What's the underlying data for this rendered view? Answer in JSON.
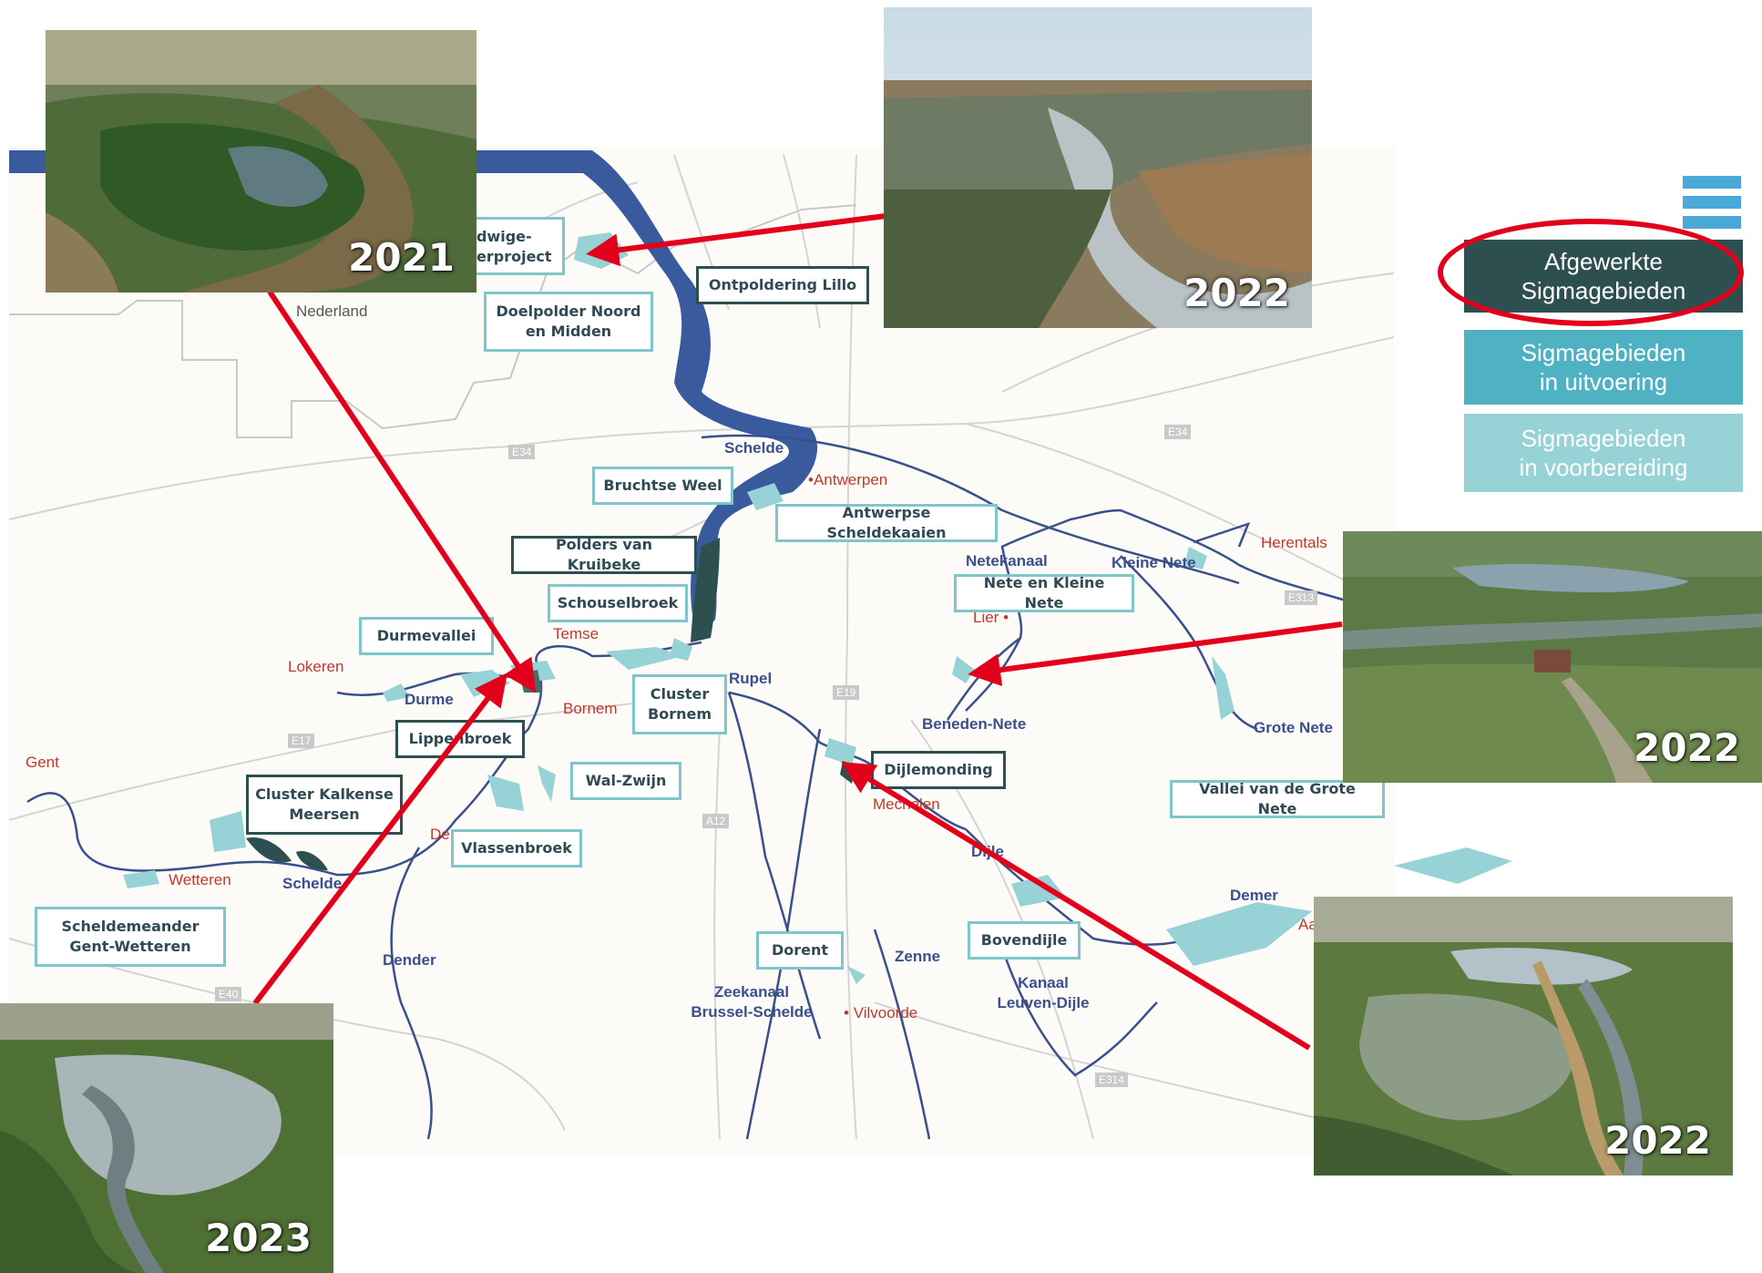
{
  "map": {
    "country_label": "Nederland",
    "rivers": [
      "Schelde",
      "Durme",
      "Rupel",
      "Netekanaal",
      "Kleine Nete",
      "Beneden-Nete",
      "Grote Nete",
      "Dijle",
      "Demer",
      "Zenne",
      "Dender",
      "Kanaal Leuven-Dijle",
      "Zeekanaal Brussel-Schelde"
    ],
    "river_labels": {
      "schelde_north": "Schelde",
      "schelde_south": "Schelde",
      "durme": "Durme",
      "rupel": "Rupel",
      "netekanaal": "Netekanaal",
      "kleine_nete": "Kleine Nete",
      "beneden_nete": "Beneden-Nete",
      "grote_nete": "Grote Nete",
      "dijle": "Dijle",
      "demer": "Demer",
      "zenne": "Zenne",
      "dender": "Dender",
      "kanaal_line1": "Kanaal",
      "kanaal_line2": "Leuven-Dijle",
      "zeekanaal_line1": "Zeekanaal",
      "zeekanaal_line2": "Brussel-Schelde"
    },
    "cities": {
      "antwerpen": "Antwerpen",
      "herentals": "Herentals",
      "lier": "Lier",
      "temse": "Temse",
      "bornem": "Bornem",
      "lokeren": "Lokeren",
      "gent": "Gent",
      "wetteren": "Wetteren",
      "mechelen": "Mechelen",
      "vilvoorde": "Vilvoorde",
      "dendermonde_partial": "De",
      "aarschot_partial": "Aa"
    },
    "roads": {
      "e34_west": "E34",
      "e34_east": "E34",
      "e313": "E313",
      "e17": "E17",
      "e19": "E19",
      "a12": "A12",
      "e40": "E40",
      "e314": "E314"
    },
    "areas": {
      "hedwige": {
        "line1": "dwige-",
        "line2": "erproject",
        "status": "prep"
      },
      "doelpolder": {
        "line1": "Doelpolder Noord",
        "line2": "en Midden",
        "status": "prep"
      },
      "lillo": {
        "line1": "Ontpoldering Lillo",
        "status": "done"
      },
      "bruchtse": {
        "line1": "Bruchtse Weel",
        "status": "prep"
      },
      "scheldekaaien": {
        "line1": "Antwerpse Scheldekaaien",
        "status": "prep"
      },
      "kruibeke": {
        "line1": "Polders van Kruibeke",
        "status": "done"
      },
      "schouselbroek": {
        "line1": "Schouselbroek",
        "status": "prep"
      },
      "durmevallei": {
        "line1": "Durmevallei",
        "status": "prep"
      },
      "cluster_bornem": {
        "line1": "Cluster",
        "line2": "Bornem",
        "status": "prep"
      },
      "nete_kleine_nete": {
        "line1": "Nete en Kleine Nete",
        "status": "prep"
      },
      "lippenbroek": {
        "line1": "Lippenbroek",
        "status": "done"
      },
      "wal_zwijn": {
        "line1": "Wal-Zwijn",
        "status": "prep"
      },
      "dijlemonding": {
        "line1": "Dijlemonding",
        "status": "done"
      },
      "kalkense": {
        "line1": "Cluster Kalkense",
        "line2": "Meersen",
        "status": "done"
      },
      "vlassenbroek": {
        "line1": "Vlassenbroek",
        "status": "prep"
      },
      "grote_nete_vallei": {
        "line1": "Vallei van de Grote Nete",
        "status": "prep"
      },
      "scheldemeander": {
        "line1": "Scheldemeander",
        "line2": "Gent-Wetteren",
        "status": "prep"
      },
      "dorent": {
        "line1": "Dorent",
        "status": "prep"
      },
      "bovendijle": {
        "line1": "Bovendijle",
        "status": "prep"
      }
    }
  },
  "legend": {
    "done": {
      "line1": "Afgewerkte",
      "line2": "Sigmagebieden"
    },
    "in_progress": {
      "line1": "Sigmagebieden",
      "line2": "in uitvoering"
    },
    "preparation": {
      "line1": "Sigmagebieden",
      "line2": "in voorbereiding"
    }
  },
  "photos": {
    "p1": {
      "year": "2021",
      "subject": "aerial-river-meander"
    },
    "p2": {
      "year": "2022",
      "subject": "aerial-tidal-marsh"
    },
    "p3": {
      "year": "2022",
      "subject": "aerial-nete-valley"
    },
    "p4": {
      "year": "2023",
      "subject": "aerial-floodplain"
    },
    "p5": {
      "year": "2022",
      "subject": "aerial-dijle-valley"
    }
  },
  "colors": {
    "schelde_blue": "#3a5a9e",
    "river_line": "#3b4f8c",
    "area_done": "#2d4f4f",
    "area_in_progress": "#4fb2c2",
    "area_preparation": "#97d2d6",
    "city_red": "#c0392b",
    "arrow_red": "#e3001b",
    "menu_blue": "#4aa9d8"
  }
}
